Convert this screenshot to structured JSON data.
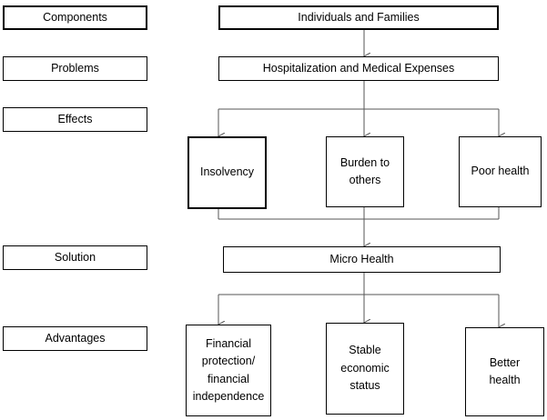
{
  "labels": {
    "components": "Components",
    "problems": "Problems",
    "effects": "Effects",
    "solution": "Solution",
    "advantages": "Advantages"
  },
  "nodes": {
    "individuals": "Individuals and Families",
    "hospitalization": "Hospitalization and Medical Expenses",
    "insolvency": "Insolvency",
    "burden": "Burden to\nothers",
    "poor_health": "Poor health",
    "micro_health": "Micro Health",
    "financial": "Financial\nprotection/\nfinancial\nindependence",
    "stable": "Stable\neconomic\nstatus",
    "better_health": "Better\nhealth"
  }
}
